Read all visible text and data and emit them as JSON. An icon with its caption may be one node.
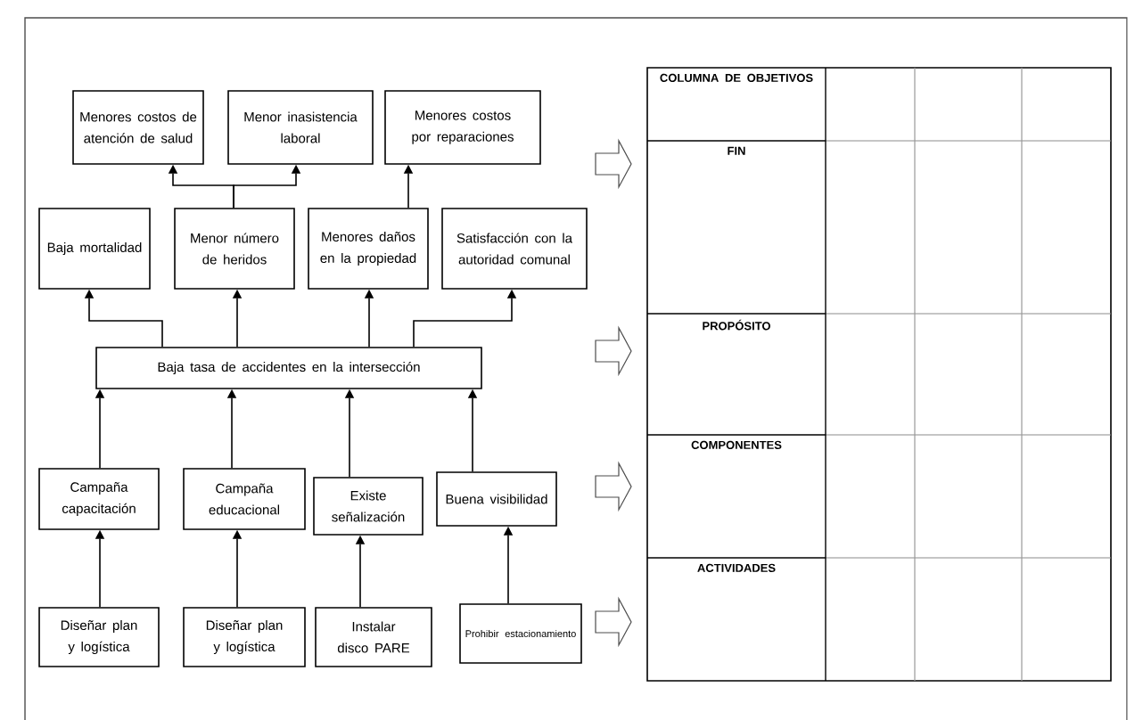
{
  "diagram": {
    "nodes": [
      {
        "text": [
          "Menores costos de atención de salud"
        ]
      },
      {
        "text": [
          "Menor inasistencia laboral"
        ]
      },
      {
        "text": [
          "Menores costos por reparaciones"
        ]
      },
      {
        "text": [
          "Baja mortalidad"
        ]
      },
      {
        "text": [
          "Menor número de heridos"
        ]
      },
      {
        "text": [
          "Menores daños en la propiedad"
        ]
      },
      {
        "text": [
          "Satisfacción con la autoridad comunal"
        ]
      },
      {
        "text": [
          "Baja tasa de accidentes en la intersección"
        ]
      },
      {
        "text": [
          "Campaña capacitación"
        ]
      },
      {
        "text": [
          "Campaña educacional"
        ]
      },
      {
        "text": [
          "Existe señalización"
        ]
      },
      {
        "text": [
          "Buena visibilidad"
        ]
      },
      {
        "text": [
          "Diseñar plan y logística"
        ]
      },
      {
        "text": [
          "Diseñar plan y logística"
        ]
      },
      {
        "text": [
          "Instalar disco PARE"
        ]
      },
      {
        "text": [
          "Prohibir estacionamiento"
        ]
      }
    ],
    "edges": [
      {
        "from": 4,
        "to": 0,
        "arrow": "to"
      },
      {
        "from": 4,
        "to": 1,
        "arrow": "to"
      },
      {
        "from": 5,
        "to": 2,
        "arrow": "to"
      },
      {
        "from": 7,
        "to": 3,
        "arrow": "to"
      },
      {
        "from": 7,
        "to": 4,
        "arrow": "to"
      },
      {
        "from": 7,
        "to": 5,
        "arrow": "to"
      },
      {
        "from": 7,
        "to": 6,
        "arrow": "to"
      },
      {
        "from": 8,
        "to": 7,
        "arrow": "to"
      },
      {
        "from": 9,
        "to": 7,
        "arrow": "to"
      },
      {
        "from": 10,
        "to": 7,
        "arrow": "to"
      },
      {
        "from": 11,
        "to": 7,
        "arrow": "to"
      },
      {
        "from": 12,
        "to": 8,
        "arrow": "to"
      },
      {
        "from": 13,
        "to": 9,
        "arrow": "to"
      },
      {
        "from": 14,
        "to": 10,
        "arrow": "to"
      },
      {
        "from": 15,
        "to": 11,
        "arrow": "to"
      }
    ],
    "labels": [
      "COLUMNA DE OBJETIVOS",
      "FIN",
      "PROPÓSITO",
      "COMPONENTES",
      "ACTIVIDADES"
    ]
  }
}
